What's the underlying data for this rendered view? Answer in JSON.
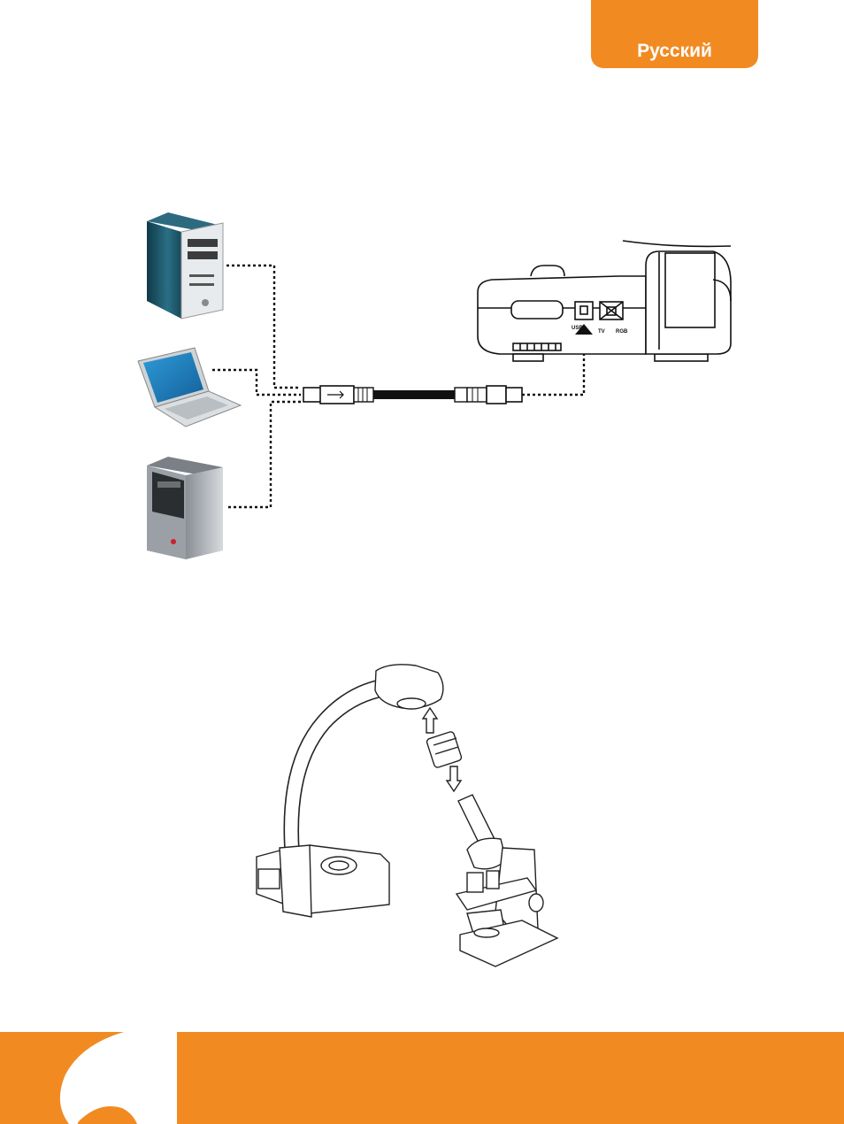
{
  "header": {
    "language_label": "Русский"
  },
  "diagram_connection": {
    "port_labels": {
      "usb": "USB",
      "tv": "TV",
      "rgb": "RGB"
    }
  },
  "colors": {
    "accent": "#f28a22",
    "tower_blue": "#1e5a6e",
    "laptop_screen": "#1f7fbf"
  },
  "icons": [
    "desktop-tower-icon",
    "laptop-icon",
    "silver-tower-icon",
    "usb-cable-icon",
    "document-camera-icon",
    "microscope-icon",
    "microscope-adapter-icon",
    "brand-swirl-icon"
  ]
}
